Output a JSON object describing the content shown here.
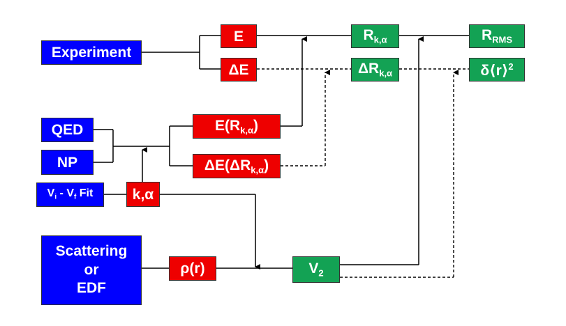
{
  "nodes": {
    "experiment": "Experiment",
    "e": "E",
    "delta_e": "ΔE",
    "r_k_alpha": {
      "base": "R",
      "sub": "k,α"
    },
    "delta_r_k_alpha": {
      "base": "ΔR",
      "sub": "k,α"
    },
    "r_rms": {
      "base": "R",
      "sub": "RMS"
    },
    "delta_r2": {
      "base": "δ⟨r⟩",
      "sup": "2"
    },
    "qed": "QED",
    "np": "NP",
    "e_of_r": {
      "pre": "E(R",
      "sub": "k,α",
      "post": ")"
    },
    "delta_e_of_delta_r": {
      "pre": "ΔE(ΔR",
      "sub": "k,α",
      "post": ")"
    },
    "vi_vf_fit": {
      "a": "V",
      "a_sub": "i",
      "mid": " - V",
      "b_sub": "f",
      "post": " Fit"
    },
    "k_alpha": "k,α",
    "scattering": {
      "line1": "Scattering",
      "line2": "or",
      "line3": "EDF"
    },
    "rho_r": "ρ(r)",
    "v2": {
      "base": "V",
      "sub": "2"
    }
  },
  "colors": {
    "blue": "#0000ff",
    "red": "#ee0000",
    "green": "#13a254",
    "line": "#000000"
  }
}
